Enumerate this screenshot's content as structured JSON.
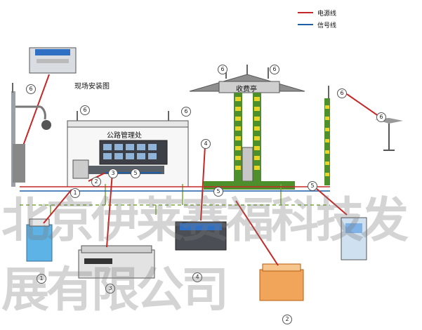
{
  "legend": {
    "power_line_label": "电源线",
    "signal_line_label": "信号线",
    "power_line_color": "#c62828",
    "signal_line_color": "#1f5fa8"
  },
  "labels": {
    "onsite_install": "现场安装图",
    "highway_office": "公路管理处",
    "toll_booth": "收费亭"
  },
  "watermark": "北京伊莱赛福科技发展有限公司",
  "markers": [
    "6",
    "6",
    "6",
    "6",
    "6",
    "6",
    "6",
    "5",
    "5",
    "5",
    "4",
    "4",
    "3",
    "3",
    "2",
    "2",
    "1",
    "1"
  ],
  "icons": [
    "surge-protector-device",
    "camera-icon",
    "lightning-rod-icon",
    "wind-turbine-icon",
    "ground-icon"
  ]
}
